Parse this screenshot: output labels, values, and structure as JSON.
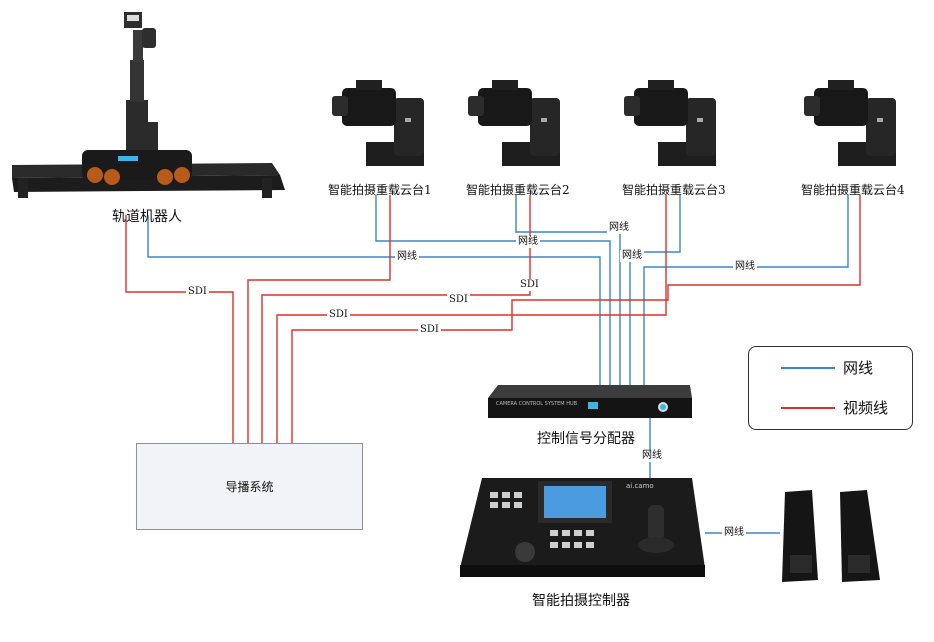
{
  "robot": {
    "label": "轨道机器人"
  },
  "cameras": [
    {
      "label": "智能拍摄重载云台1"
    },
    {
      "label": "智能拍摄重载云台2"
    },
    {
      "label": "智能拍摄重载云台3"
    },
    {
      "label": "智能拍摄重载云台4"
    }
  ],
  "wires": {
    "network": "网线",
    "sdi": "SDI"
  },
  "director": {
    "label": "导播系统"
  },
  "distributor": {
    "label": "控制信号分配器",
    "panel_text": "CAMERA CONTROL SYSTEM HUB"
  },
  "controller": {
    "label": "智能拍摄控制器",
    "brand": "ai.camo"
  },
  "legend": {
    "network": {
      "label": "网线",
      "color": "#3a86c8"
    },
    "video": {
      "label": "视频线",
      "color": "#d9322a"
    }
  },
  "colors": {
    "network": "#3a86c8",
    "video": "#d9322a"
  }
}
